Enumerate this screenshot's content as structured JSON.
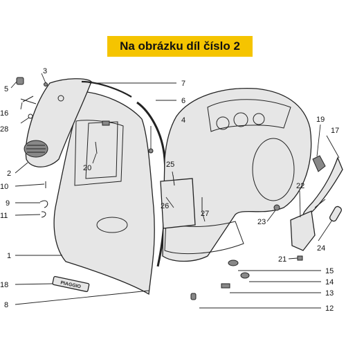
{
  "banner": {
    "text": "Na obrázku díl číslo 2",
    "background": "#f5c400"
  },
  "parts": {
    "p1": "1",
    "p2": "2",
    "p3": "3",
    "p4": "4",
    "p5": "5",
    "p6": "6",
    "p7": "7",
    "p8": "8",
    "p9": "9",
    "p10": "10",
    "p11": "11",
    "p12": "12",
    "p13": "13",
    "p14": "14",
    "p15": "15",
    "p16": "16",
    "p17": "17",
    "p18": "18",
    "p19": "19",
    "p20": "20",
    "p21": "21",
    "p22": "22",
    "p23": "23",
    "p24": "24",
    "p25": "25",
    "p26": "26",
    "p27": "27",
    "p28": "28"
  },
  "logo_text": "PIAGGIO"
}
